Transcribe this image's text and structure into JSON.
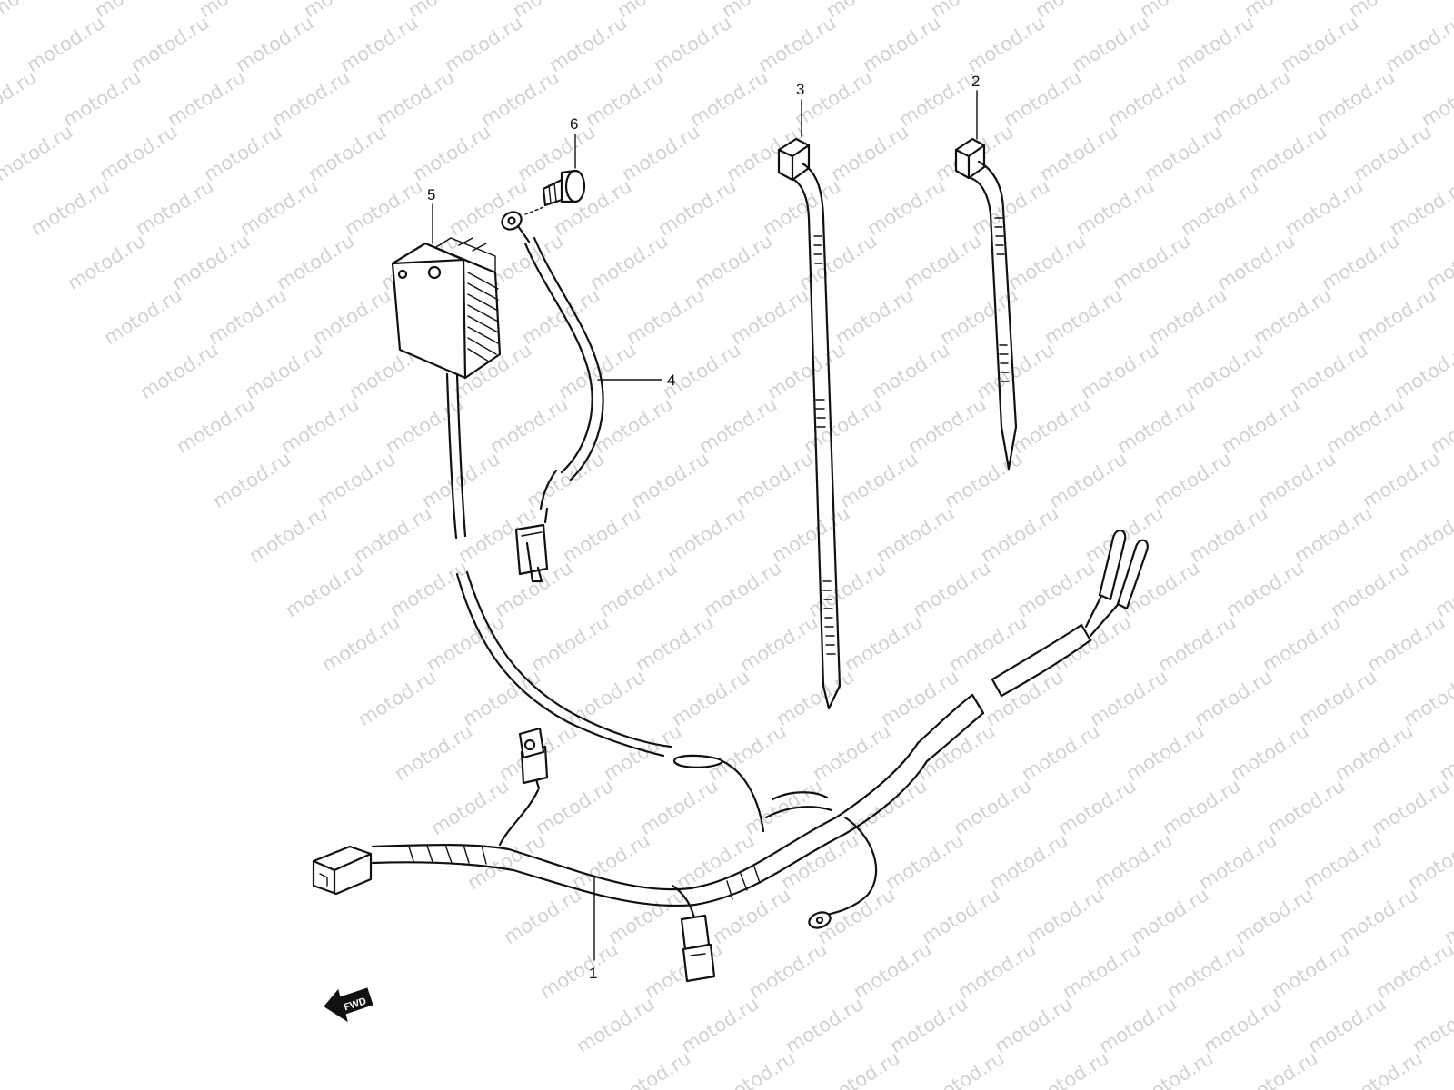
{
  "watermark": {
    "text": "motod.ru",
    "color": "#d2d2d2"
  },
  "callouts": [
    {
      "id": "1",
      "label": "1",
      "part": "wiring-harness"
    },
    {
      "id": "2",
      "label": "2",
      "part": "cable-tie-short"
    },
    {
      "id": "3",
      "label": "3",
      "part": "cable-tie-long"
    },
    {
      "id": "4",
      "label": "4",
      "part": "lead-wire"
    },
    {
      "id": "5",
      "label": "5",
      "part": "regulator"
    },
    {
      "id": "6",
      "label": "6",
      "part": "bolt"
    }
  ],
  "fwd_label": "FWD"
}
